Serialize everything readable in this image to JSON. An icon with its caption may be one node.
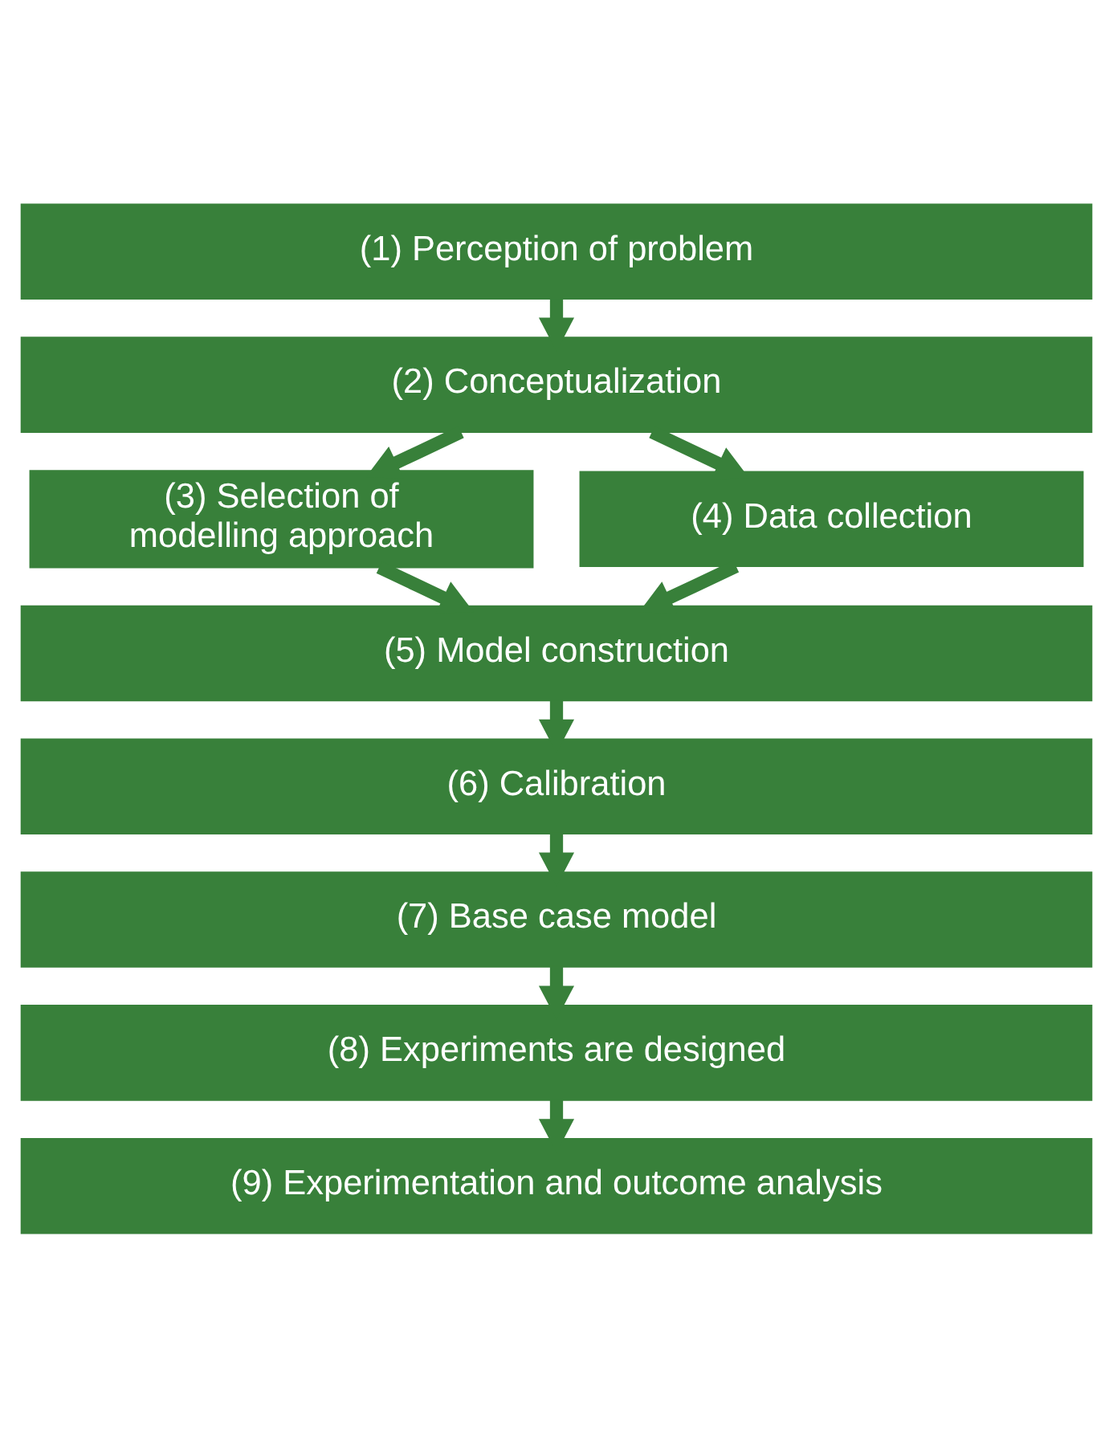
{
  "diagram": {
    "nodes": [
      {
        "text": [
          "(1) Perception of problem"
        ]
      },
      {
        "text": [
          "(2) Conceptualization"
        ]
      },
      {
        "text": [
          "(3) Selection of modelling approach"
        ]
      },
      {
        "text": [
          "(4) Data collection"
        ]
      },
      {
        "text": [
          "(5) Model construction"
        ]
      },
      {
        "text": [
          "(6) Calibration"
        ]
      },
      {
        "text": [
          "(7) Base case model"
        ]
      },
      {
        "text": [
          "(8) Experiments are designed"
        ]
      },
      {
        "text": [
          "(9) Experimentation and outcome analysis"
        ]
      }
    ],
    "edges": [
      {
        "from": 0,
        "to": 1,
        "arrow": "to"
      },
      {
        "from": 1,
        "to": 2,
        "arrow": "to"
      },
      {
        "from": 1,
        "to": 3,
        "arrow": "to"
      },
      {
        "from": 2,
        "to": 4,
        "arrow": "to"
      },
      {
        "from": 3,
        "to": 4,
        "arrow": "to"
      },
      {
        "from": 4,
        "to": 5,
        "arrow": "to"
      },
      {
        "from": 5,
        "to": 6,
        "arrow": "to"
      },
      {
        "from": 6,
        "to": 7,
        "arrow": "to"
      },
      {
        "from": 7,
        "to": 8,
        "arrow": "to"
      }
    ]
  }
}
